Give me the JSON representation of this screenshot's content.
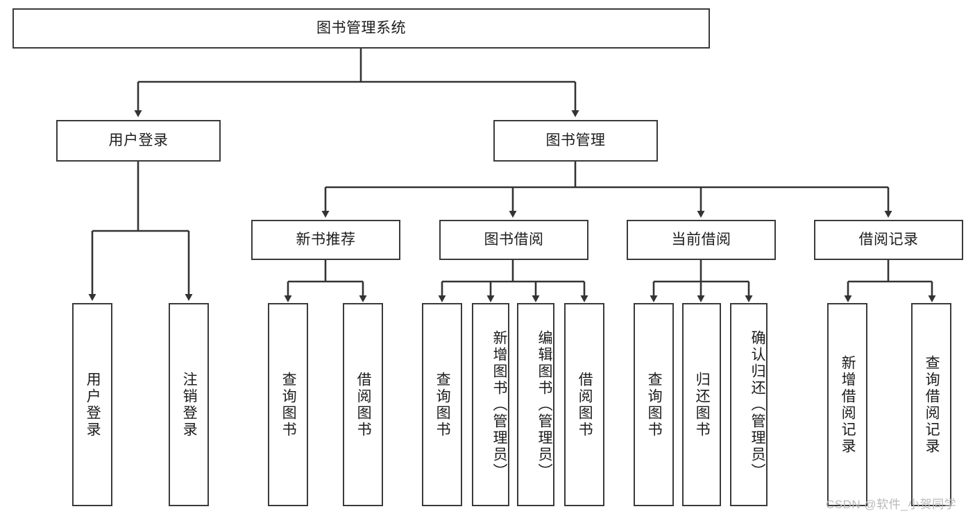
{
  "diagram": {
    "type": "hierarchy-tree",
    "title": "图书管理系统",
    "root": {
      "id": "root",
      "label": "图书管理系统",
      "orientation": "horizontal"
    },
    "level2": [
      {
        "id": "user-login",
        "label": "用户登录",
        "orientation": "horizontal"
      },
      {
        "id": "book-management",
        "label": "图书管理",
        "orientation": "horizontal"
      }
    ],
    "level3": [
      {
        "id": "new-book-recommend",
        "label": "新书推荐",
        "orientation": "horizontal",
        "parent": "book-management"
      },
      {
        "id": "book-borrow",
        "label": "图书借阅",
        "orientation": "horizontal",
        "parent": "book-management"
      },
      {
        "id": "current-borrow",
        "label": "当前借阅",
        "orientation": "horizontal",
        "parent": "book-management"
      },
      {
        "id": "borrow-record",
        "label": "借阅记录",
        "orientation": "horizontal",
        "parent": "book-management"
      }
    ],
    "leaves": [
      {
        "id": "leaf-user-login",
        "label": "用户登录",
        "parent": "user-login",
        "orientation": "vertical"
      },
      {
        "id": "leaf-logout-login",
        "label": "注销登录",
        "parent": "user-login",
        "orientation": "vertical"
      },
      {
        "id": "leaf-query-book-1",
        "label": "查询图书",
        "parent": "new-book-recommend",
        "orientation": "vertical"
      },
      {
        "id": "leaf-borrow-book-1",
        "label": "借阅图书",
        "parent": "new-book-recommend",
        "orientation": "vertical"
      },
      {
        "id": "leaf-query-book-2",
        "label": "查询图书",
        "parent": "book-borrow",
        "orientation": "vertical"
      },
      {
        "id": "leaf-add-book",
        "label": "新增图书（管理员）",
        "parent": "book-borrow",
        "orientation": "vertical"
      },
      {
        "id": "leaf-edit-book",
        "label": "编辑图书（管理员）",
        "parent": "book-borrow",
        "orientation": "vertical"
      },
      {
        "id": "leaf-borrow-book-2",
        "label": "借阅图书",
        "parent": "book-borrow",
        "orientation": "vertical"
      },
      {
        "id": "leaf-query-book-3",
        "label": "查询图书",
        "parent": "current-borrow",
        "orientation": "vertical"
      },
      {
        "id": "leaf-return-book",
        "label": "归还图书",
        "parent": "current-borrow",
        "orientation": "vertical"
      },
      {
        "id": "leaf-confirm-return",
        "label": "确认归还（管理员）",
        "parent": "current-borrow",
        "orientation": "vertical"
      },
      {
        "id": "leaf-add-borrow-record",
        "label": "新增借阅记录",
        "parent": "borrow-record",
        "orientation": "vertical"
      },
      {
        "id": "leaf-query-borrow-record",
        "label": "查询借阅记录",
        "parent": "borrow-record",
        "orientation": "vertical"
      }
    ],
    "watermark": "CSDN @软件_小贺同学",
    "colors": {
      "border": "#3a3a3a",
      "background": "#ffffff",
      "text": "#1c1c1c",
      "edge": "#333333",
      "watermark": "#b9b9b9"
    }
  }
}
